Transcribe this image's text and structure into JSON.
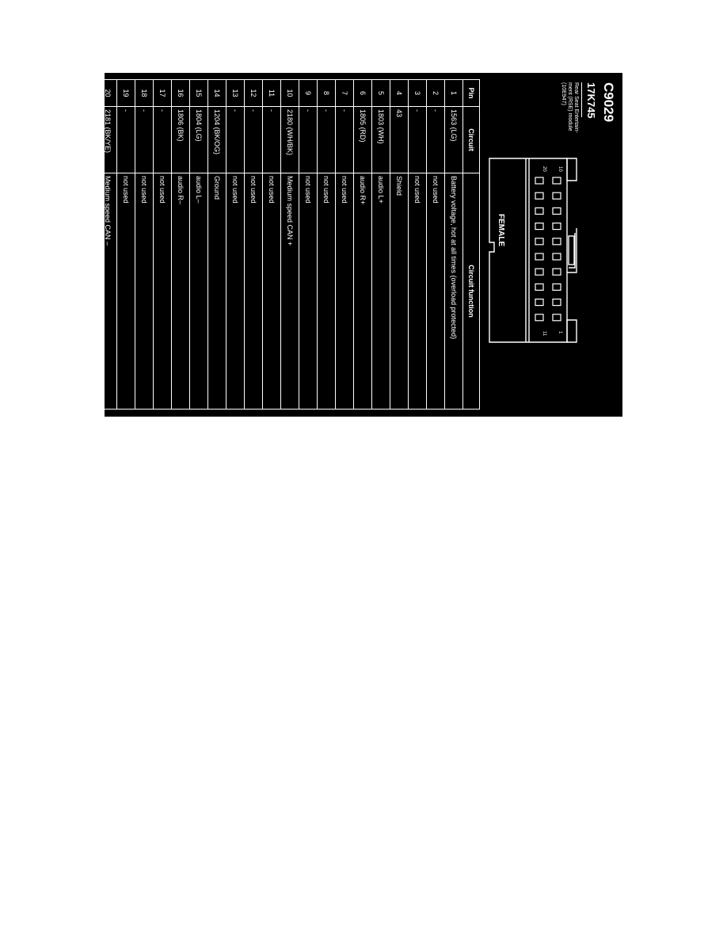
{
  "header": {
    "connector_code": "C9029",
    "part_number": "17K745",
    "description": "Rear Seat Entertain-ment (RSE) module (10E947)"
  },
  "connector": {
    "top_left_pin": "10",
    "top_right_pin": "1",
    "bottom_left_pin": "20",
    "bottom_right_pin": "11",
    "gender": "FEMALE"
  },
  "table": {
    "headers": [
      "Pin",
      "Circuit",
      "Circuit function"
    ],
    "rows": [
      [
        "1",
        "1563 (LG)",
        "Battery voltage, hot at all times (overload protected)"
      ],
      [
        "2",
        "-",
        "not used"
      ],
      [
        "3",
        "-",
        "not used"
      ],
      [
        "4",
        "43",
        "Shield"
      ],
      [
        "5",
        "1803 (WH)",
        "audio L+"
      ],
      [
        "6",
        "1805 (RD)",
        "audio R+"
      ],
      [
        "7",
        "-",
        "not used"
      ],
      [
        "8",
        "-",
        "not used"
      ],
      [
        "9",
        "-",
        "not used"
      ],
      [
        "10",
        "2180 (WH/BK)",
        "Medium speed CAN +"
      ],
      [
        "11",
        "-",
        "not used"
      ],
      [
        "12",
        "-",
        "not used"
      ],
      [
        "13",
        "-",
        "not used"
      ],
      [
        "14",
        "1204 (BK/OG)",
        "Ground"
      ],
      [
        "15",
        "1804 (LG)",
        "audio L–"
      ],
      [
        "16",
        "1806 (BK)",
        "audio R–"
      ],
      [
        "17",
        "-",
        "not used"
      ],
      [
        "18",
        "-",
        "not used"
      ],
      [
        "19",
        "-",
        "not used"
      ],
      [
        "20",
        "2181 (BK/YE)",
        "Medium speed CAN –"
      ]
    ]
  }
}
